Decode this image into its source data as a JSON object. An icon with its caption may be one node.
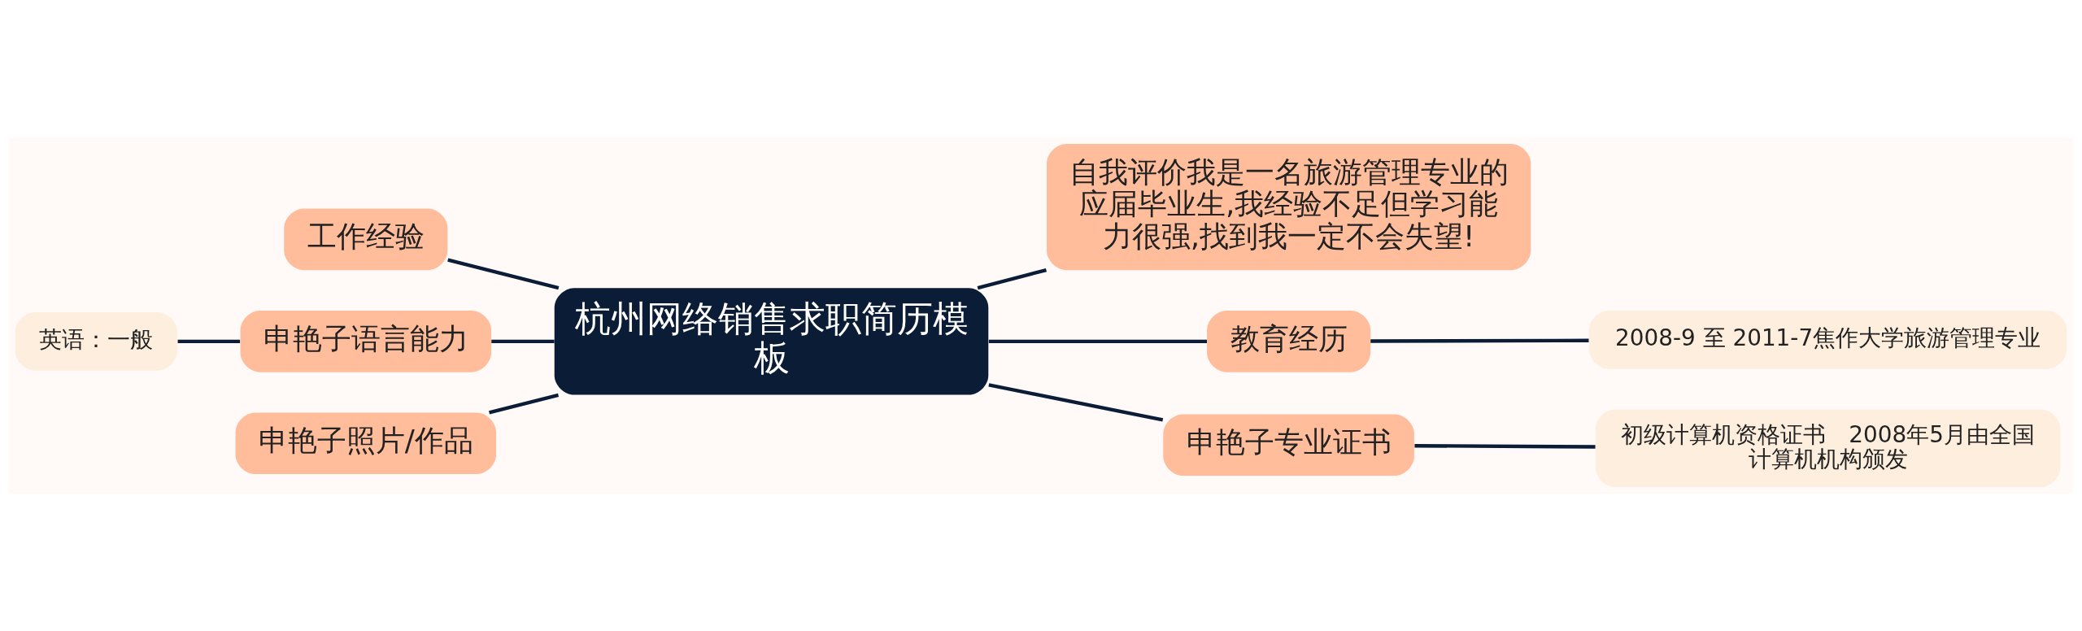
{
  "diagram": {
    "nodes": [
      {
        "text": [
          "杭州网络销售求职简历模板"
        ]
      },
      {
        "text": [
          "工作经验"
        ]
      },
      {
        "text": [
          "申艳子语言能力"
        ]
      },
      {
        "text": [
          "英语：一般"
        ]
      },
      {
        "text": [
          "申艳子照片/作品"
        ]
      },
      {
        "text": [
          "自我评价我是一名旅游管理专业的应届毕业生,我经验不足但学习能力很强,找到我一定不会失望!"
        ]
      },
      {
        "text": [
          "教育经历"
        ]
      },
      {
        "text": [
          "2008-9 至 2011-7焦作大学旅游管理专业"
        ]
      },
      {
        "text": [
          "申艳子专业证书"
        ]
      },
      {
        "text": [
          "初级计算机资格证书　2008年5月由全国计算机机构颁发"
        ]
      }
    ],
    "edges": [
      {
        "from": 0,
        "to": 1,
        "arrow": "none"
      },
      {
        "from": 0,
        "to": 2,
        "arrow": "none"
      },
      {
        "from": 2,
        "to": 3,
        "arrow": "none"
      },
      {
        "from": 0,
        "to": 4,
        "arrow": "none"
      },
      {
        "from": 0,
        "to": 5,
        "arrow": "none"
      },
      {
        "from": 0,
        "to": 6,
        "arrow": "none"
      },
      {
        "from": 6,
        "to": 7,
        "arrow": "none"
      },
      {
        "from": 0,
        "to": 8,
        "arrow": "none"
      },
      {
        "from": 8,
        "to": 9,
        "arrow": "none"
      }
    ]
  }
}
